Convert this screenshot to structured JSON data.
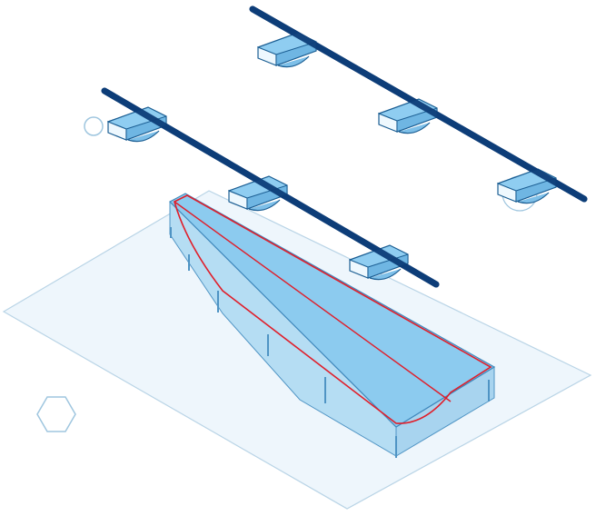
{
  "colors": {
    "background": "#ffffff",
    "floor_fill": "#eef6fc",
    "floor_stroke": "#b9d4e6",
    "platform_top": "#8ccbef",
    "platform_side": "#b5ddf3",
    "platform_edge": "#4f94c4",
    "outline_red": "#e01e2a",
    "pole": "#0d3d78",
    "fixture_top": "#8fcdf1",
    "fixture_front": "#eef8fe",
    "fixture_side": "#7dbfe8",
    "fixture_stroke": "#1b5e93",
    "marker_stroke": "#9fc6df"
  },
  "icons": {
    "fixture": "light-fixture-icon",
    "hexagon": "hexagon-marker-icon",
    "circle": "circle-marker-icon"
  },
  "diagram": {
    "bars": 2,
    "fixtures_per_bar": [
      3,
      3
    ]
  }
}
